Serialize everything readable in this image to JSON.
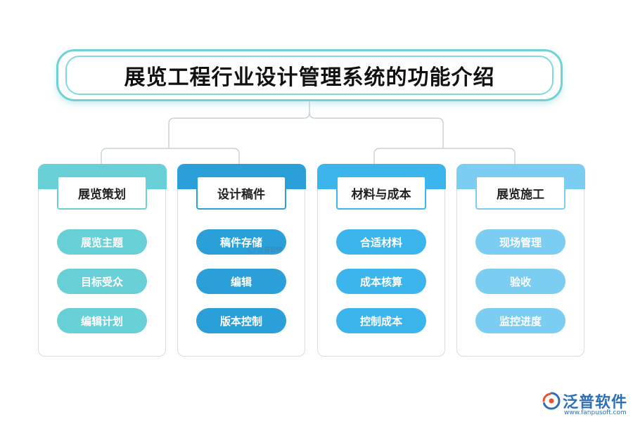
{
  "title": "展览工程行业设计管理系统的功能介绍",
  "columns": [
    {
      "header": "展览策划",
      "items": [
        "展览主题",
        "目标受众",
        "编辑计划"
      ],
      "color": "#6ad0d8"
    },
    {
      "header": "设计稿件",
      "items": [
        "稿件存储",
        "编辑",
        "版本控制"
      ],
      "color": "#2a9fd8"
    },
    {
      "header": "材料与成本",
      "items": [
        "合适材料",
        "成本核算",
        "控制成本"
      ],
      "color": "#3bb5ec"
    },
    {
      "header": "展览施工",
      "items": [
        "现场管理",
        "验收",
        "监控进度"
      ],
      "color": "#7ccdf2"
    }
  ],
  "logo": {
    "name": "泛普软件",
    "url": "www.fanpusoft.com",
    "icon": "fanpu-logo-icon"
  },
  "watermark": {
    "text": "泛普软件"
  },
  "colors": {
    "title_border": "#6fd3d6",
    "connector": "#c9d2da"
  }
}
